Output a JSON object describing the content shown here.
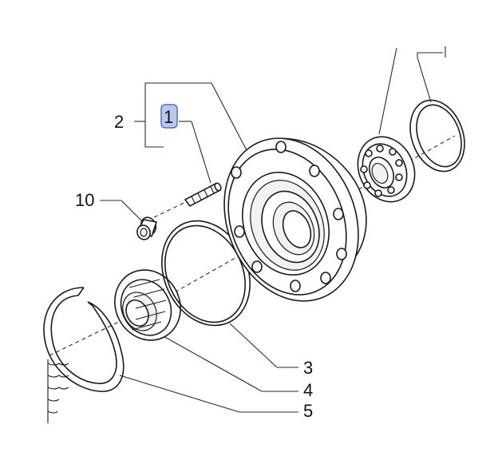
{
  "callouts": {
    "c1": "1",
    "c2": "2",
    "c3": "3",
    "c4": "4",
    "c5": "5",
    "c10": "10"
  },
  "colors": {
    "highlight_fill": "#b9c8ef",
    "highlight_stroke": "#4f6fd0",
    "ink": "#1a1a1a"
  }
}
